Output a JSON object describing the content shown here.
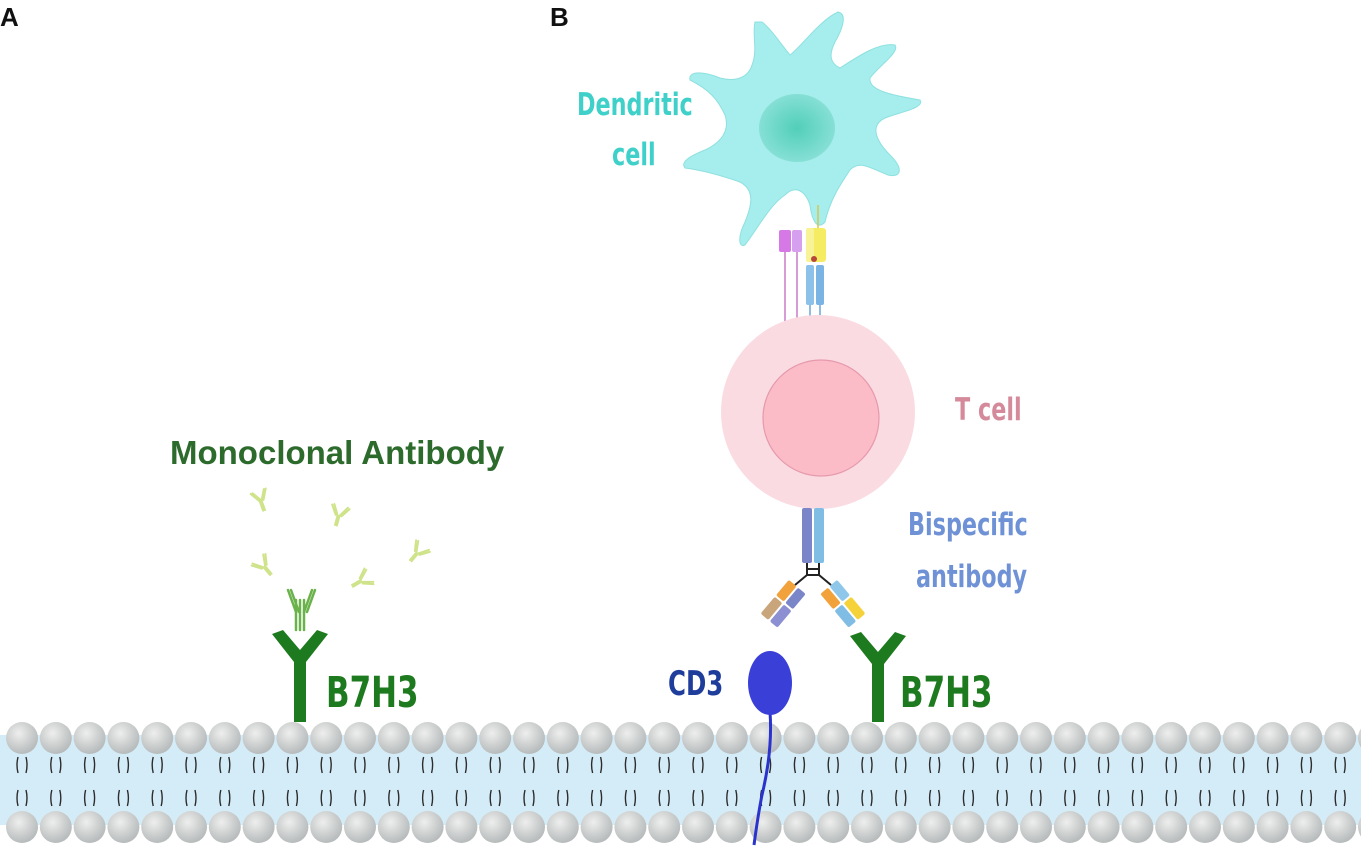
{
  "panels": {
    "a_label": "A",
    "b_label": "B"
  },
  "panel_a": {
    "title": "Monoclonal Antibody",
    "receptor_label": "B7H3"
  },
  "panel_b": {
    "dendritic_cell_label_line1": "Dendritic",
    "dendritic_cell_label_line2": "cell",
    "t_cell_label": "T cell",
    "bispecific_label_line1": "Bispecific",
    "bispecific_label_line2": "antibody",
    "cd3_label": "CD3",
    "receptor_label": "B7H3"
  },
  "colors": {
    "antibody_green": "#1e7a1e",
    "title_green": "#2d6b2d",
    "light_antibody": "#c8e27a",
    "dendritic": "#a4ecec",
    "dendritic_nucleus": "#5fd6c4",
    "dendritic_text": "#3fd1c9",
    "t_cell_outer": "#fbd9e0",
    "t_cell_inner": "#fbbcc8",
    "t_cell_text": "#d48a9a",
    "bispecific_text": "#6f92d6",
    "cd3": "#3a3fd8",
    "cd3_text": "#1f3d9b",
    "membrane_water": "#d4ecf7",
    "lipid_head": "#cfd2d2"
  }
}
